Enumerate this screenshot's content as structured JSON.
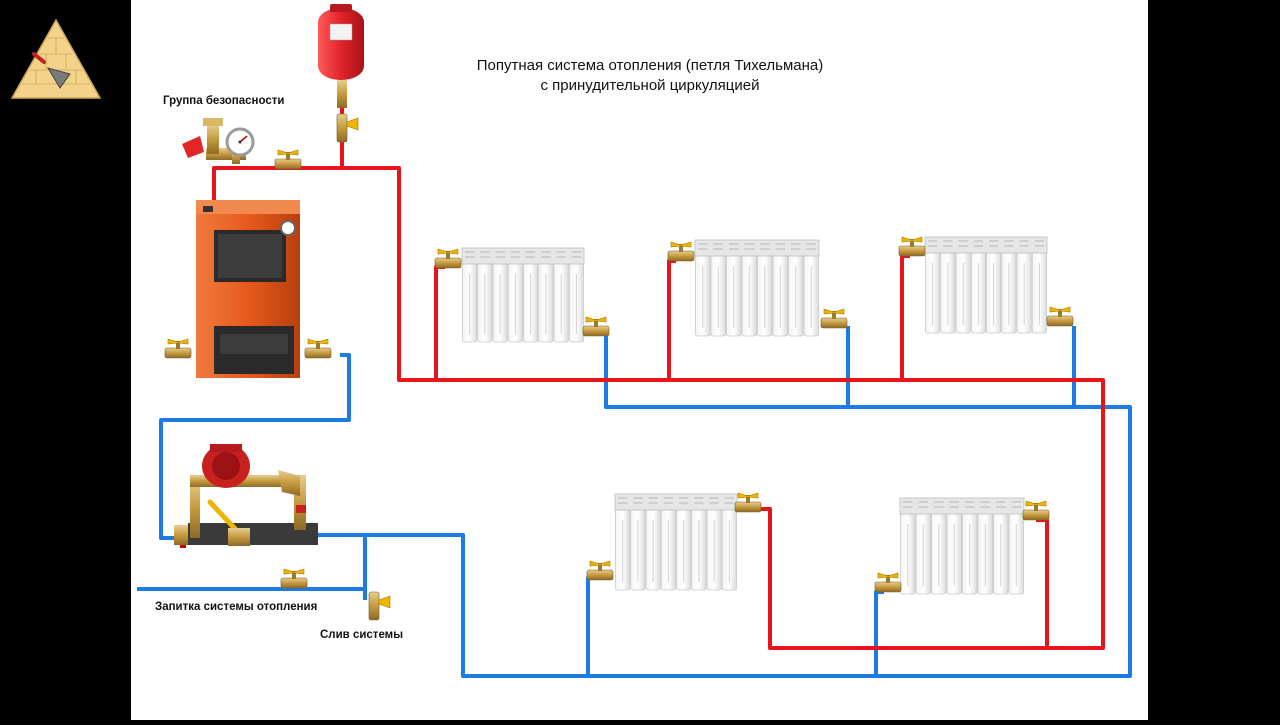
{
  "diagram": {
    "title_line1": "Попутная система отопления (петля Тихельмана)",
    "title_line2": "с принудительной циркуляцией",
    "labels": {
      "safety_group": "Группа безопасности",
      "makeup": "Запитка системы отопления",
      "drain": "Слив системы"
    },
    "icons": {
      "logo": "trowel-triangle-logo",
      "boiler": "boiler-icon",
      "expansion_tank": "expansion-tank-icon",
      "pump": "circulation-pump-icon",
      "radiator": "radiator-icon",
      "valve": "ball-valve-icon",
      "gauge": "pressure-gauge-icon"
    },
    "colors": {
      "supply_pipe": "#e8141b",
      "return_pipe": "#1e7be6",
      "boiler_body": "#e65a1c",
      "tank": "#e0242a",
      "valve_brass": "#c9a04a",
      "valve_handle": "#f0b400"
    },
    "radiator_count": 5
  }
}
